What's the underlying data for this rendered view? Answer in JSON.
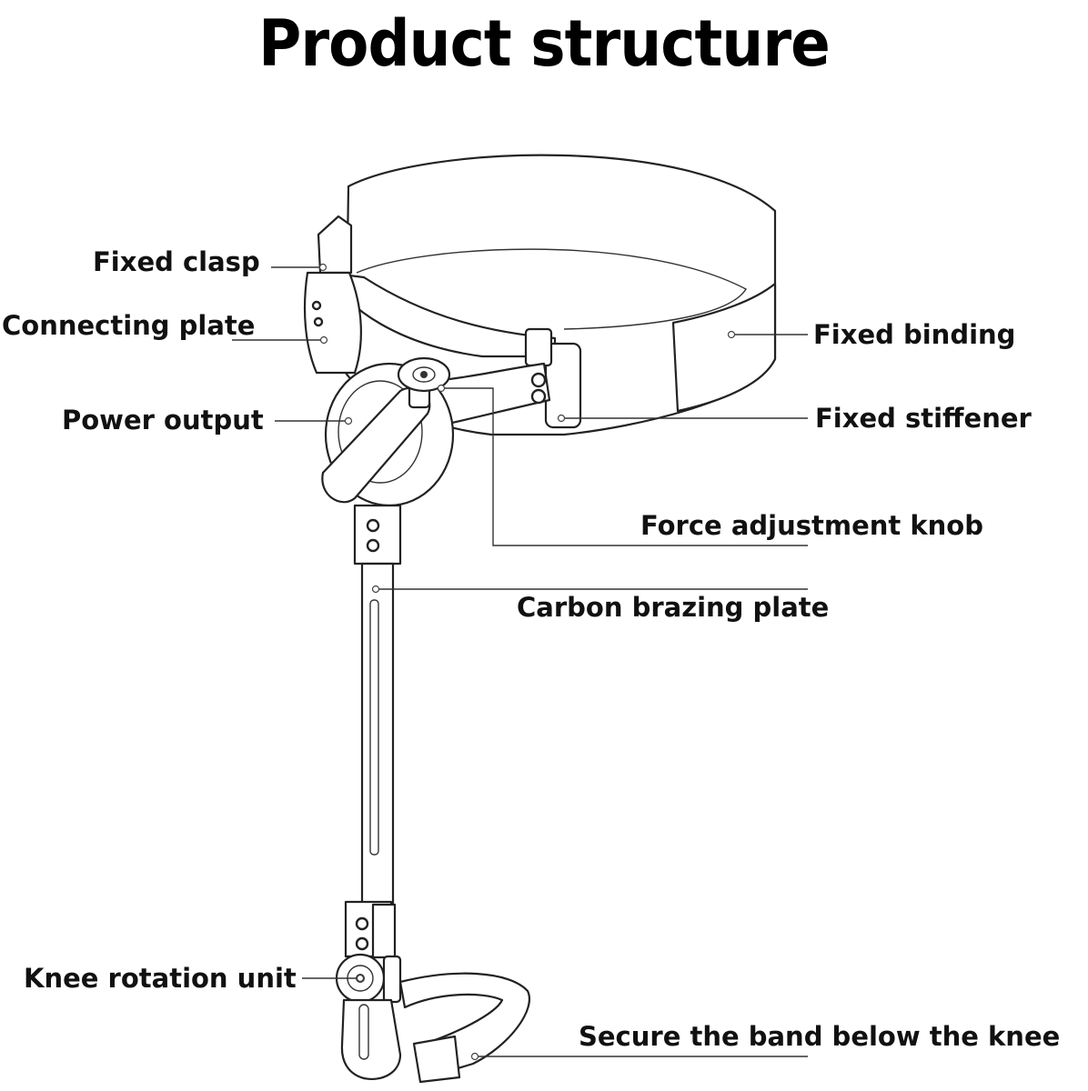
{
  "title": "Product structure",
  "labels": {
    "fixed_clasp": "Fixed clasp",
    "connecting_plate": "Connecting plate",
    "power_output": "Power output",
    "fixed_binding": "Fixed binding",
    "fixed_stiffener": "Fixed stiffener",
    "force_adjustment_knob": "Force adjustment knob",
    "carbon_brazing_plate": "Carbon brazing plate",
    "knee_rotation_unit": "Knee rotation unit",
    "secure_band": "Secure the band below the knee"
  },
  "colors": {
    "ink": "#111111",
    "background": "#ffffff"
  }
}
